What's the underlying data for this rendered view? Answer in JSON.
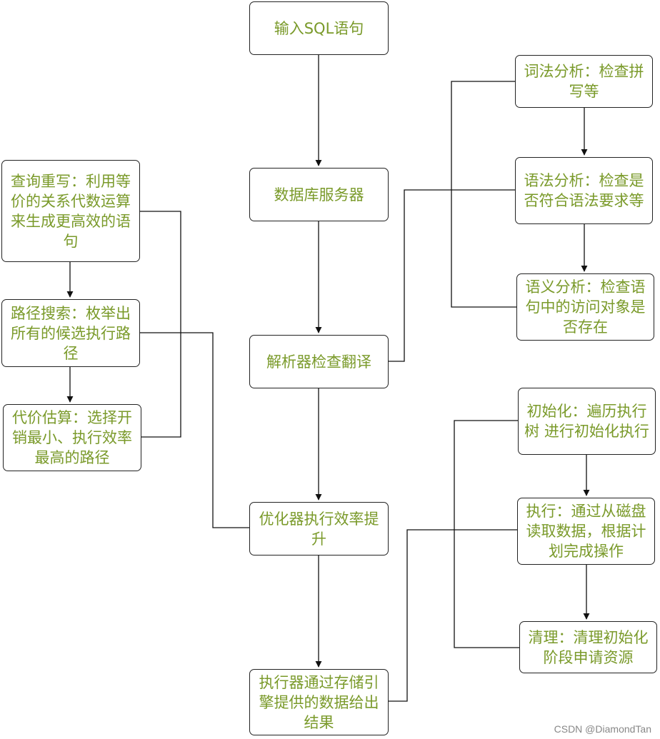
{
  "diagram": {
    "nodes": {
      "input_sql": "输入SQL语句",
      "db_server": "数据库服务器",
      "parser": "解析器检查翻译",
      "optimizer": "优化器执行效率提升",
      "executor": "执行器通过存储引擎提供的数据给出结果",
      "lexical": "词法分析：检查拼写等",
      "syntax": "语法分析：检查是否符合语法要求等",
      "semantic": "语义分析：检查语句中的访问对象是否存在",
      "rewrite": "查询重写：利用等价的关系代数运算来生成更高效的语句",
      "path_search": "路径搜索：枚举出所有的候选执行路径",
      "cost_estimate": "代价估算：选择开销最小、执行效率最高的路径",
      "init": "初始化：遍历执行树 进行初始化执行",
      "execute": "执行：通过从磁盘读取数据，根据计划完成操作",
      "cleanup": "清理：清理初始化阶段申请资源"
    },
    "colors": {
      "text": "#7a9a2a",
      "border": "#222222",
      "line": "#111111"
    }
  },
  "watermark": "CSDN @DiamondTan"
}
